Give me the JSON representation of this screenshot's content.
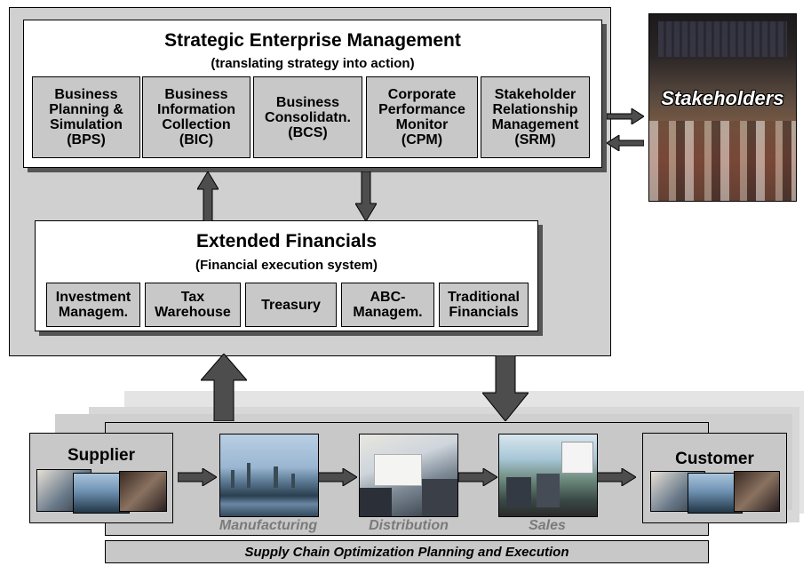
{
  "sem": {
    "title": "Strategic Enterprise Management",
    "subtitle": "(translating strategy into action)",
    "modules": [
      "Business\nPlanning &\nSimulation\n(BPS)",
      "Business\nInformation\nCollection\n(BIC)",
      "Business\nConsolidatn.\n(BCS)",
      "Corporate\nPerformance\nMonitor\n(CPM)",
      "Stakeholder\nRelationship\nManagement\n(SRM)"
    ]
  },
  "ef": {
    "title": "Extended Financials",
    "subtitle": "(Financial execution system)",
    "modules": [
      "Investment\nManagem.",
      "Tax\nWarehouse",
      "Treasury",
      "ABC-\nManagem.",
      "Traditional\nFinancials"
    ]
  },
  "stakeholders": "Stakeholders",
  "chain": {
    "supplier": "Supplier",
    "customer": "Customer",
    "manufacturing": "Manufacturing",
    "distribution": "Distribution",
    "sales": "Sales",
    "footer": "Supply Chain Optimization Planning and Execution"
  },
  "colors": {
    "module_fill": "#c8c8c8",
    "outer_fill": "#d0d0d0",
    "arrow": "#4d4d4d"
  },
  "icons": [
    "arrow-up-icon",
    "arrow-down-icon",
    "arrow-right-icon",
    "arrow-left-icon"
  ]
}
